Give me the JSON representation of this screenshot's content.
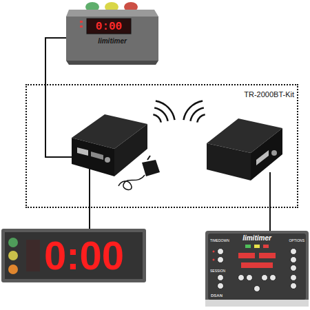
{
  "diagram": {
    "nodes": [
      {
        "text": [
          "0:00",
          "limitimer"
        ]
      },
      {
        "text": [
          "TR-2000BT-Kit"
        ]
      },
      {
        "text": [
          "0:00"
        ]
      },
      {
        "text": [
          "TIMEDOWN",
          "limitimer",
          "OPTIONS",
          "SESSION",
          "DSAN"
        ]
      }
    ]
  }
}
